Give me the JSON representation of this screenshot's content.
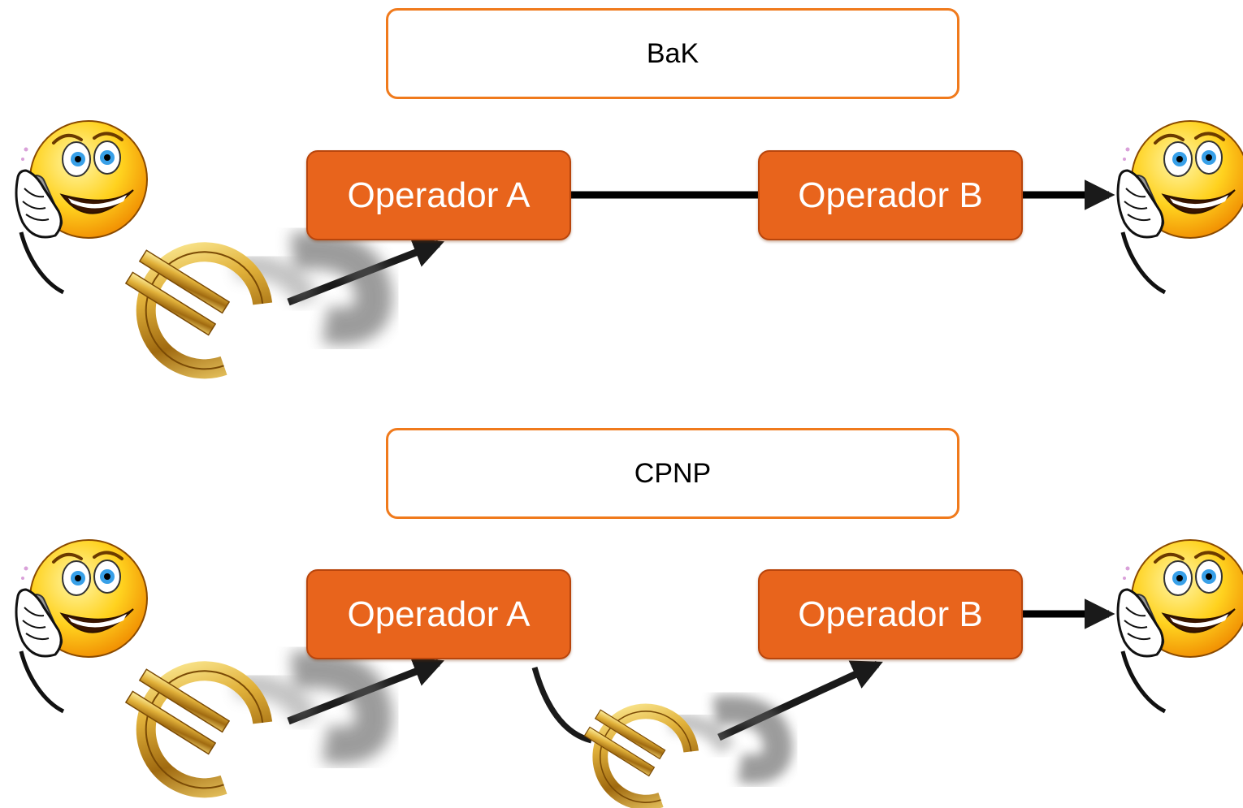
{
  "colors": {
    "operator_fill": "#e8641c",
    "operator_border": "#b8450c",
    "title_border": "#f07a1c",
    "line": "#000000",
    "coin_gold": "#d9a62a"
  },
  "icons": {
    "caller": "smiley-phone-icon",
    "callee": "smiley-phone-icon",
    "payment": "euro-coin-icon"
  },
  "scenarios": [
    {
      "title": "BaK",
      "operator_a": "Operador A",
      "operator_b": "Operador B"
    },
    {
      "title": "CPNP",
      "operator_a": "Operador A",
      "operator_b": "Operador B"
    }
  ]
}
